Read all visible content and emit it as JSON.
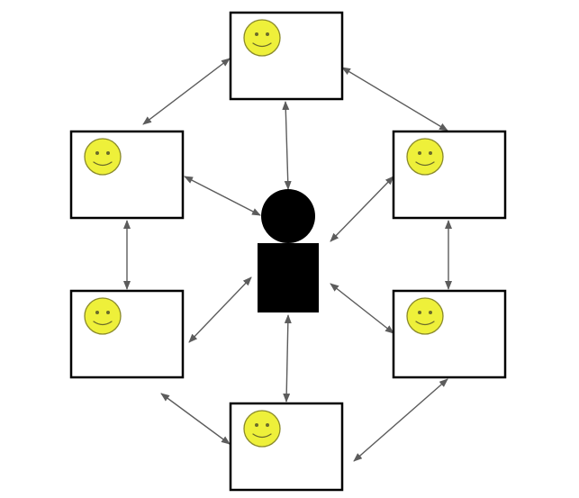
{
  "diagram": {
    "type": "hub-and-ring network",
    "colors": {
      "face": "#eef03a",
      "person": "#000000",
      "arrow": "#5c5c5c",
      "box_border": "#000000",
      "background": "#ffffff"
    },
    "hub": {
      "label": "",
      "icon": "person-icon"
    },
    "nodes": [
      {
        "id": "top",
        "icon": "smiley-face-icon"
      },
      {
        "id": "upper-right",
        "icon": "smiley-face-icon"
      },
      {
        "id": "lower-right",
        "icon": "smiley-face-icon"
      },
      {
        "id": "bottom",
        "icon": "smiley-face-icon"
      },
      {
        "id": "lower-left",
        "icon": "smiley-face-icon"
      },
      {
        "id": "upper-left",
        "icon": "smiley-face-icon"
      }
    ],
    "edges": [
      {
        "from": "top",
        "to": "upper-right",
        "directed": "both"
      },
      {
        "from": "upper-right",
        "to": "lower-right",
        "directed": "both"
      },
      {
        "from": "lower-right",
        "to": "bottom",
        "directed": "both"
      },
      {
        "from": "bottom",
        "to": "lower-left",
        "directed": "both"
      },
      {
        "from": "lower-left",
        "to": "upper-left",
        "directed": "both"
      },
      {
        "from": "upper-left",
        "to": "top",
        "directed": "both"
      },
      {
        "from": "hub",
        "to": "top",
        "directed": "both"
      },
      {
        "from": "hub",
        "to": "upper-right",
        "directed": "both"
      },
      {
        "from": "hub",
        "to": "lower-right",
        "directed": "both"
      },
      {
        "from": "hub",
        "to": "bottom",
        "directed": "both"
      },
      {
        "from": "hub",
        "to": "lower-left",
        "directed": "both"
      },
      {
        "from": "hub",
        "to": "upper-left",
        "directed": "both"
      }
    ]
  }
}
